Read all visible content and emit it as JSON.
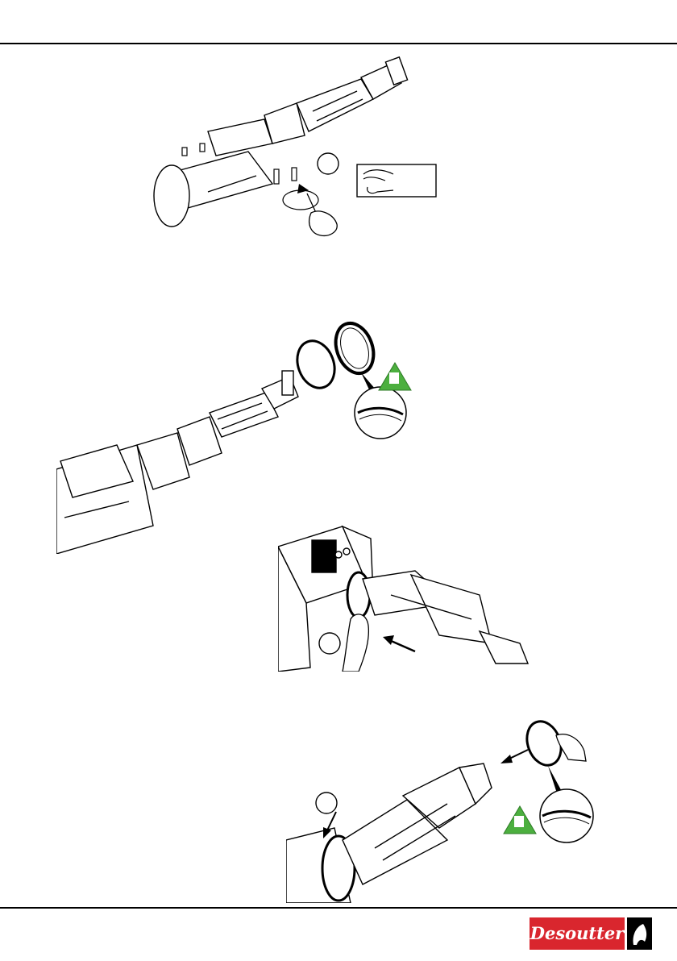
{
  "header": {
    "rule": "top"
  },
  "illustrations": [
    {
      "id": "step-1",
      "icons": [
        "screwdriver-icon",
        "gloves-icon"
      ]
    },
    {
      "id": "step-2",
      "icons": [
        "seal-rings-icon",
        "grease-warning-icon",
        "magnifier-detail-icon"
      ]
    },
    {
      "id": "step-3",
      "icons": [
        "hand-icon",
        "arrow-icon"
      ]
    },
    {
      "id": "step-4",
      "icons": [
        "hand-icon",
        "grease-warning-icon",
        "magnifier-detail-icon"
      ]
    }
  ],
  "footer": {
    "brand": "Desoutter",
    "colors": {
      "brand_red": "#d9262e",
      "warning_green": "#4caf3f",
      "line": "#000000"
    }
  }
}
